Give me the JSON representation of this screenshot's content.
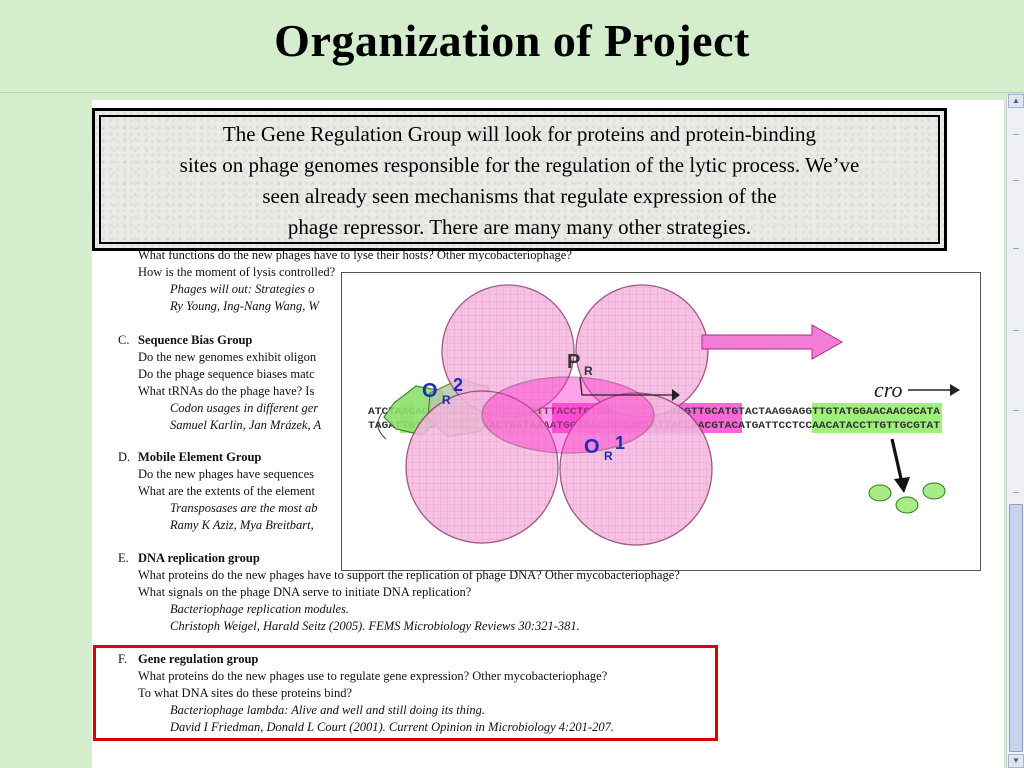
{
  "slide": {
    "title": "Organization of Project"
  },
  "callout": {
    "lines": [
      "The Gene Regulation Group will look for proteins and protein-binding",
      "sites on phage genomes responsible for the regulation of the lytic process. We’ve",
      "seen already seen mechanisms that regulate expression of the",
      "phage repressor. There are many many other strategies."
    ]
  },
  "document": {
    "lysis": {
      "q1": "What functions do the new phages have to lyse their hosts? Other mycobacteriophage?",
      "q2": "How is the moment of lysis controlled?",
      "ref_title": "Phages will out: Strategies o",
      "ref_authors": "Ry Young, Ing-Nang Wang, W"
    },
    "sections": [
      {
        "letter": "C.",
        "title": "Sequence Bias Group",
        "questions": [
          "Do the new genomes exhibit oligon",
          "Do the phage sequence biases matc",
          "What tRNAs do the phage have? Is"
        ],
        "refs": [
          "Codon usages in different ger",
          "Samuel Karlin, Jan Mrázek, A"
        ]
      },
      {
        "letter": "D.",
        "title": "Mobile Element Group",
        "questions": [
          "Do the new phages have sequences",
          "What are the extents of the element"
        ],
        "refs": [
          "Transposases are the most ab",
          "Ramy K Aziz, Mya Breitbart,"
        ]
      },
      {
        "letter": "E.",
        "title": "DNA replication group",
        "questions": [
          "What proteins do the new phages have to support the replication of phage DNA? Other mycobacteriophage?",
          "What signals on the phage DNA serve to initiate DNA replication?"
        ],
        "refs": [
          "Bacteriophage replication modules.",
          "Christoph Weigel, Harald Seitz (2005). FEMS Microbiology Reviews 30:321-381."
        ]
      },
      {
        "letter": "F.",
        "title": "Gene regulation group",
        "questions": [
          "What proteins do the new phages use to regulate gene expression? Other mycobacteriophage?",
          "To what DNA sites do these proteins bind?"
        ],
        "refs": [
          "Bacteriophage lambda: Alive and well and still doing its thing.",
          "David I Friedman, Donald L Court (2001). Current Opinion in Microbiology 4:201-207."
        ]
      }
    ]
  },
  "diagram": {
    "labels": {
      "promoter": "P",
      "promoter_sub": "R",
      "operator2": "O",
      "operator2_sub": "R",
      "operator2_num": "2",
      "operator1": "O",
      "operator1_sub": "R",
      "operator1_num": "1",
      "gene": "cro"
    },
    "seq_top": "ATCTAACACCGTGCGTGTTGACTATTTTACCTCTGGCGGTGATAATGGTTGCATGTACTAAGGAGGTTGTATGGAACAACGCATA",
    "seq_bottom": "TAGATTGTGGCACGCACAACTGATAAAATGGAGACCGCCACTATTACCAACGTACATGATTCCTCCAACATACCTTGTTGCGTAT",
    "colors": {
      "repressor_fill": "#f5b8e0",
      "repressor_stroke": "#8a3a6a",
      "cro_fill": "#a8ec88",
      "cro_stroke": "#2d7a1a",
      "arrow_fill": "#f47bd8",
      "operator_label": "#1a2fb8",
      "highlight_pink": "#ff33cc",
      "highlight_green": "#9ef07a"
    }
  },
  "highlight": {
    "color": "#e00000"
  }
}
